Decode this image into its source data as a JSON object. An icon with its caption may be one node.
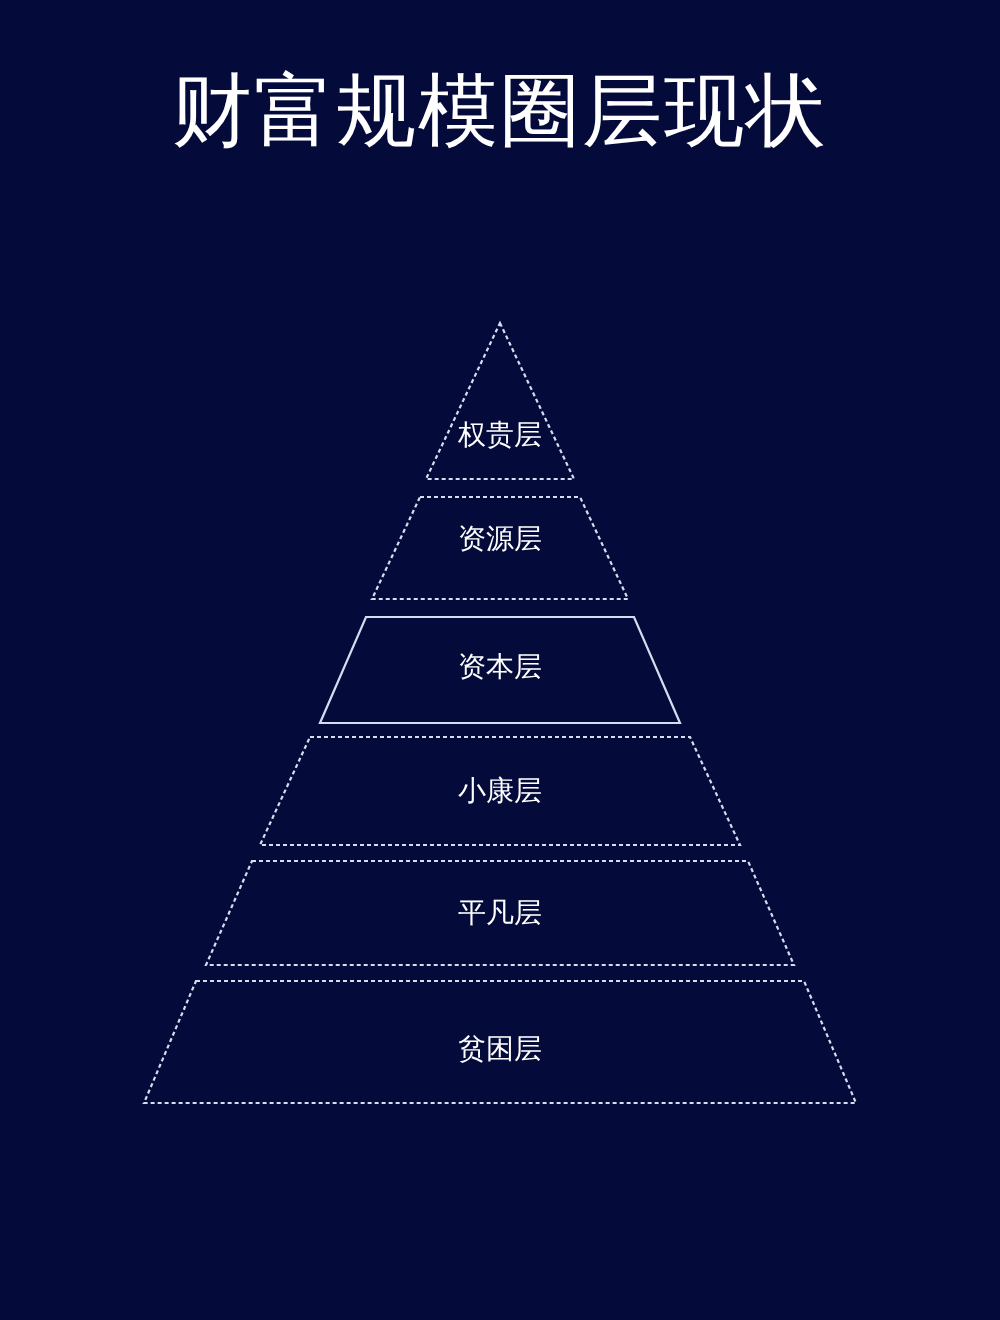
{
  "diagram": {
    "title": "财富规模圈层现状",
    "nodes": [
      {
        "text": [
          "权贵层"
        ]
      },
      {
        "text": [
          "资源层"
        ]
      },
      {
        "text": [
          "资本层"
        ]
      },
      {
        "text": [
          "小康层"
        ]
      },
      {
        "text": [
          "平凡层"
        ]
      },
      {
        "text": [
          "贫困层"
        ]
      }
    ]
  }
}
